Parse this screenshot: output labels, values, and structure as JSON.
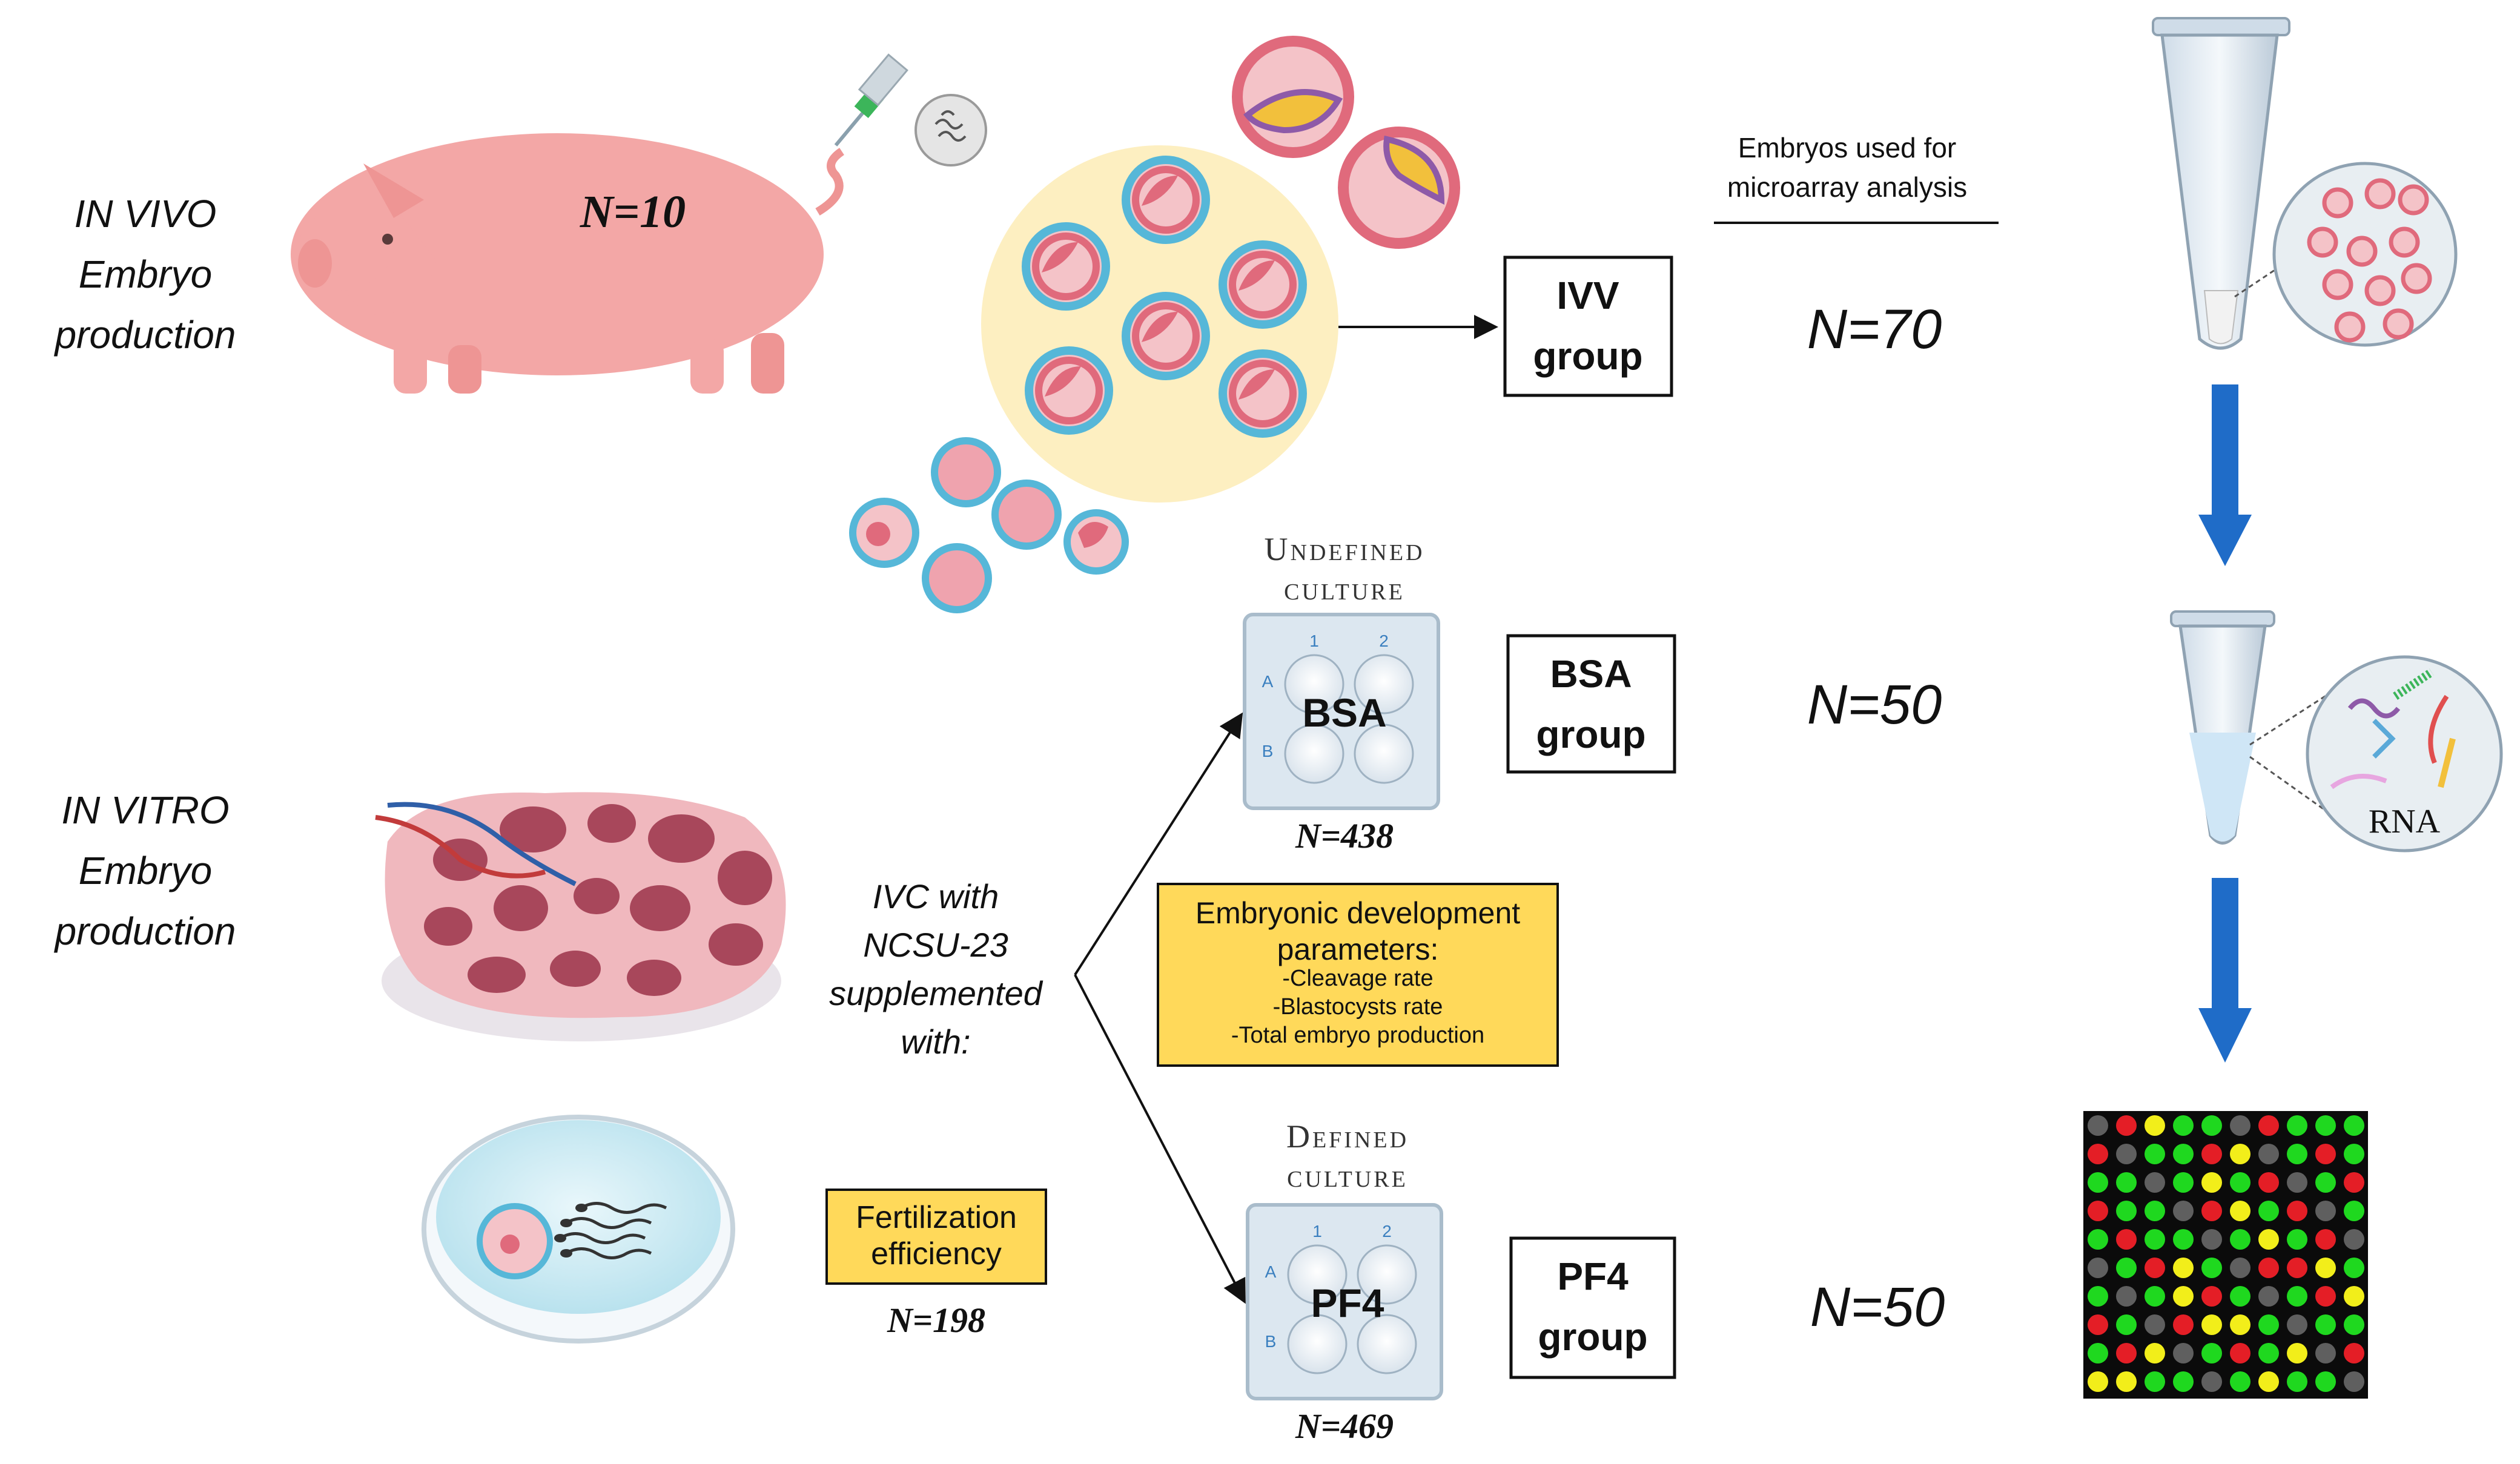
{
  "in_vivo_label": [
    "IN VIVO",
    "Embryo",
    "production"
  ],
  "in_vitro_label": [
    "IN VITRO",
    "Embryo",
    "production"
  ],
  "pig_count": "N=10",
  "microarray_header": [
    "Embryos used for",
    "microarray analysis"
  ],
  "groups": [
    {
      "label": [
        "IVV",
        "group"
      ],
      "count": "N=70"
    },
    {
      "label": [
        "BSA",
        "group"
      ],
      "count": "N=50"
    },
    {
      "label": [
        "PF4",
        "group"
      ],
      "count": "N=50"
    }
  ],
  "plates": [
    {
      "caption": [
        "Undefined",
        "culture"
      ],
      "name": "BSA",
      "count": "N=438",
      "cols": [
        "1",
        "2"
      ],
      "rows": [
        "A",
        "B"
      ]
    },
    {
      "caption": [
        "Defined",
        "culture"
      ],
      "name": "PF4",
      "count": "N=469",
      "cols": [
        "1",
        "2"
      ],
      "rows": [
        "A",
        "B"
      ]
    }
  ],
  "ivc_text": [
    "IVC with",
    "NCSU-23",
    "supplemented",
    "with:"
  ],
  "development_box": {
    "title": [
      "Embryonic development",
      "parameters:"
    ],
    "items": [
      "-Cleavage rate",
      "-Blastocysts rate",
      "-Total embryo production"
    ]
  },
  "fertilization_box": {
    "label": [
      "Fertilization",
      "efficiency"
    ],
    "count": "N=198"
  },
  "rna_label": "RNA",
  "colors": {
    "highlight_box": "#FFD95A",
    "arrow_blue": "#1F6CC8",
    "embryo_pink": "#E06A7C",
    "zona_blue": "#56B7D8",
    "pig_pink": "#F3A7A6"
  },
  "microarray_grid": [
    "GRYGGYRGGG",
    "RYGGRYGGRG",
    "GGRGYGRYGR",
    "RGGYRYGRYG",
    "GRGGRGYGRG",
    "YGRYGGRRYG",
    "GRGYRGYGRY",
    "RGGRYYGRGG",
    "GRYGGRGYGR",
    "YYGGRGYGGG"
  ]
}
